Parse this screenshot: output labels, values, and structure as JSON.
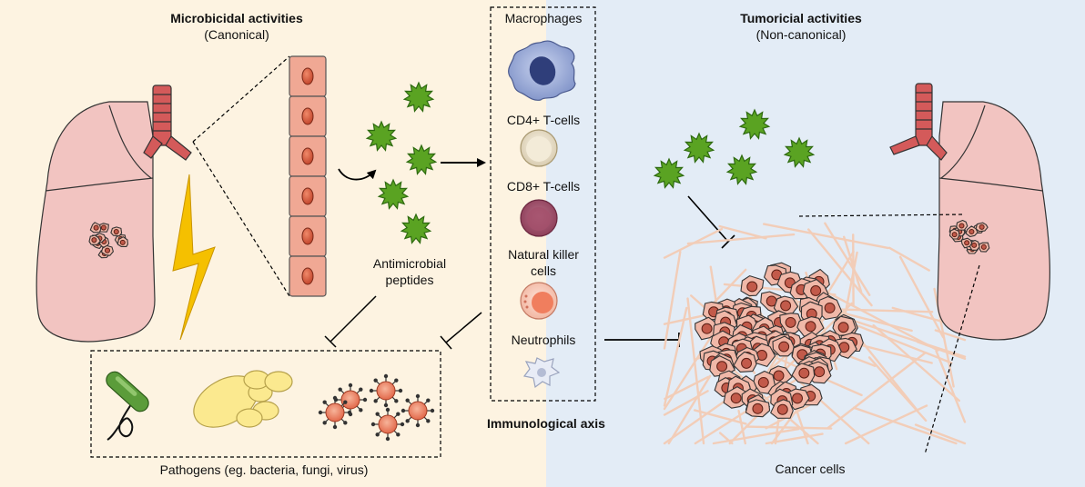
{
  "left_panel": {
    "title": "Microbicidal activities",
    "subtitle": "(Canonical)",
    "peptides_label_line1": "Antimicrobial",
    "peptides_label_line2": "peptides",
    "pathogens_label": "Pathogens (eg. bacteria, fungi, virus)"
  },
  "right_panel": {
    "title": "Tumoricial activities",
    "subtitle": "(Non-canonical)",
    "cancer_label": "Cancer cells"
  },
  "immune_axis": {
    "label": "Immunological axis",
    "cells": [
      {
        "label": "Macrophages"
      },
      {
        "label": "CD4+ T-cells"
      },
      {
        "label": "CD8+ T-cells"
      },
      {
        "label": "Natural killer",
        "label2": "cells"
      },
      {
        "label": "Neutrophils"
      }
    ]
  },
  "colors": {
    "left_background": "#fdf3e1",
    "right_background": "#e3ecf6",
    "peptide_green": "#5aa322",
    "lung_pink": "#f2c4c1",
    "lightning_yellow": "#f5c000",
    "cancer_cell": "#f0b8a8"
  }
}
